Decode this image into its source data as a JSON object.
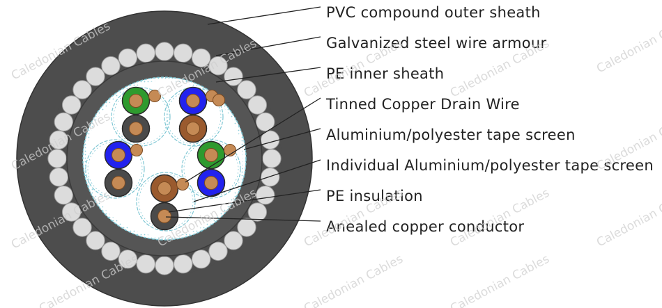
{
  "labels": {
    "outer_sheath": "PVC compound outer sheath",
    "armour": "Galvanized steel wire armour",
    "inner_sheath": "PE inner sheath",
    "drain_wire": "Tinned Copper Drain Wire",
    "overall_screen": "Aluminium/polyester tape screen",
    "individual_screen": "Individual Aluminium/polyester tape screen",
    "insulation": "PE insulation",
    "conductor": "Anealed copper conductor"
  },
  "watermark": "Caledonian Cables",
  "colors": {
    "outer_sheath": "#4d4d4d",
    "armour_wire": "#dcdcdc",
    "inner_sheath": "#555555",
    "screen": "#7fc7d4",
    "copper": "#c58a55",
    "core_green": "#2e9a2e",
    "core_blue": "#2222ee",
    "core_black": "#4a4a4a",
    "core_brown": "#9a5a2e"
  },
  "pairs": [
    {
      "a": "green-core",
      "b": "black-core"
    },
    {
      "a": "blue-core",
      "b": "brown-core"
    },
    {
      "a": "blue-core",
      "b": "black-core"
    },
    {
      "a": "green-core",
      "b": "blue-core"
    },
    {
      "a": "brown-core",
      "b": "black-core"
    }
  ]
}
